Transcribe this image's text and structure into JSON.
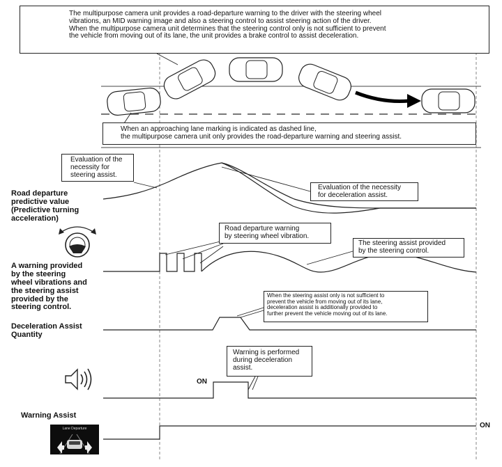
{
  "top_callout": {
    "text": "The multipurpose camera unit provides a road-departure warning to the driver with the steering wheel\nvibrations, an MID warning image and also a steering control to assist steering action of the driver.\nWhen the multipurpose camera unit determines that the steering control only is not sufficient to prevent\nthe vehicle from moving out of its lane, the unit provides a brake control to assist deceleration."
  },
  "road_callout": {
    "text": "When an approaching lane marking is indicated as dashed line,\nthe multipurpose camera unit only provides the road-departure warning and steering assist."
  },
  "rows": {
    "road_departure": "Road departure\npredictive value\n(Predictive turning\nacceleration)",
    "warning_steering": "A warning provided\nby the steering\nwheel vibrations and\nthe steering assist\nprovided by the\nsteering control.",
    "deceleration": "Deceleration Assist\nQuantity",
    "warning_assist": "Warning Assist"
  },
  "callouts": {
    "eval_steering": "Evaluation of the\nnecessity for\nsteering assist.",
    "eval_decel": "Evaluation of the necessity\nfor deceleration assist.",
    "road_warning": "Road departure warning\nby steering wheel vibration.",
    "steering_assist": "The steering assist provided\nby the steering control.",
    "brake_note": "When the steering assist only is not sufficient to\nprevent the vehicle from moving out of its lane,\ndeceleration assist is additionally provided to\nfurther prevent the vehicle moving out of its lane.",
    "warning_decel": "Warning is performed\nduring deceleration\nassist."
  },
  "labels": {
    "on_sound": "ON",
    "on_assist": "ON",
    "mid_thumb_title": "Lane Departure"
  },
  "icons": {
    "steering": "steering-wheel-vibration-icon",
    "sound": "speaker-sound-icon",
    "mid": "mid-display-icon",
    "arrow": "direction-arrow-icon"
  },
  "colors": {
    "line": "#222222",
    "arrow": "#000000"
  }
}
